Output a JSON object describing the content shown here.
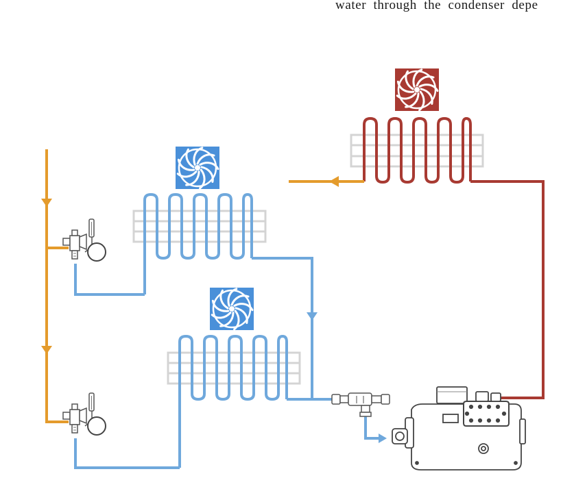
{
  "caption": {
    "text": "water through the condenser depe"
  },
  "colors": {
    "liquid_line": "#E49B2C",
    "suction_line": "#6FA8DC",
    "discharge_line": "#A83A32",
    "fan_blue": "#4A90D9",
    "fan_red": "#A83A32",
    "fin_gray": "#D4D4D4"
  },
  "components": {
    "condenser": {
      "fan_icon": "fan-icon",
      "role": "condenser-coil"
    },
    "evaporators": [
      {
        "fan_icon": "fan-icon",
        "role": "evaporator-coil-upper"
      },
      {
        "fan_icon": "fan-icon",
        "role": "evaporator-coil-lower"
      }
    ],
    "expansion_valves": 2,
    "compressor": "semi-hermetic-compressor-icon",
    "suction_fitting": "suction-tee-icon"
  }
}
